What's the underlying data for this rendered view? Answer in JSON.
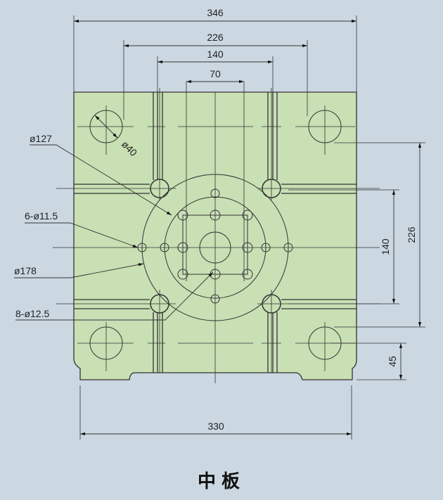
{
  "title": "中板",
  "dimensions": {
    "width_overall": "346",
    "tie_bar_spacing": "226",
    "inner_spacing": "140",
    "center_spacing": "70",
    "vertical_tie_bar": "226",
    "vertical_inner": "140",
    "bottom_offset": "45",
    "bottom_width": "330"
  },
  "callouts": {
    "corner_hole": "ø40",
    "inner_circle": "ø127",
    "small_holes": "6-ø11.5",
    "outer_circle": "ø178",
    "bolt_holes": "8-ø12.5"
  },
  "colors": {
    "plate": "#c8e0b4",
    "background": "#cbd8e2",
    "line": "#333333"
  }
}
